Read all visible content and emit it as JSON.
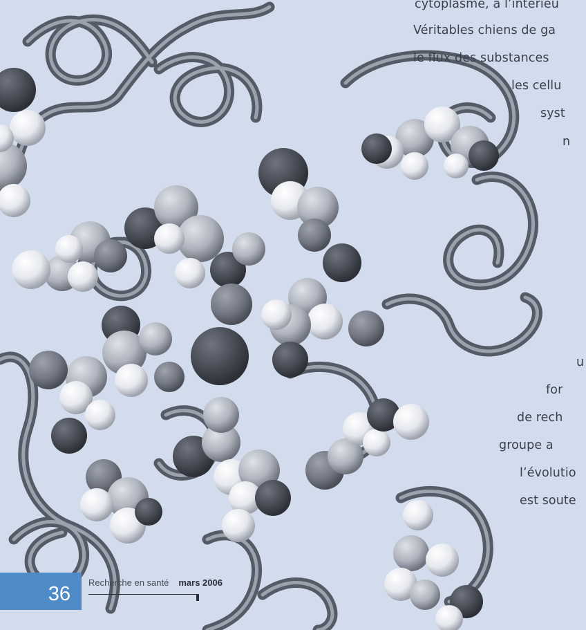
{
  "article": {
    "lines": [
      "cytoplasme, à l’intérieu",
      "Véritables chiens de ga",
      "le flux des substances",
      "les cellu",
      "syst",
      "n",
      "u",
      "for",
      "de rech",
      "groupe a",
      "l’évolutio",
      "est soute"
    ]
  },
  "footer": {
    "page_number": "36",
    "magazine": "Recherche en santé",
    "issue_date": "mars 2006"
  },
  "colors": {
    "background": "#d2dcec",
    "ribbon": "#6e7582",
    "page_box": "#4f8bc7",
    "body_text": "#3a3f4c"
  }
}
